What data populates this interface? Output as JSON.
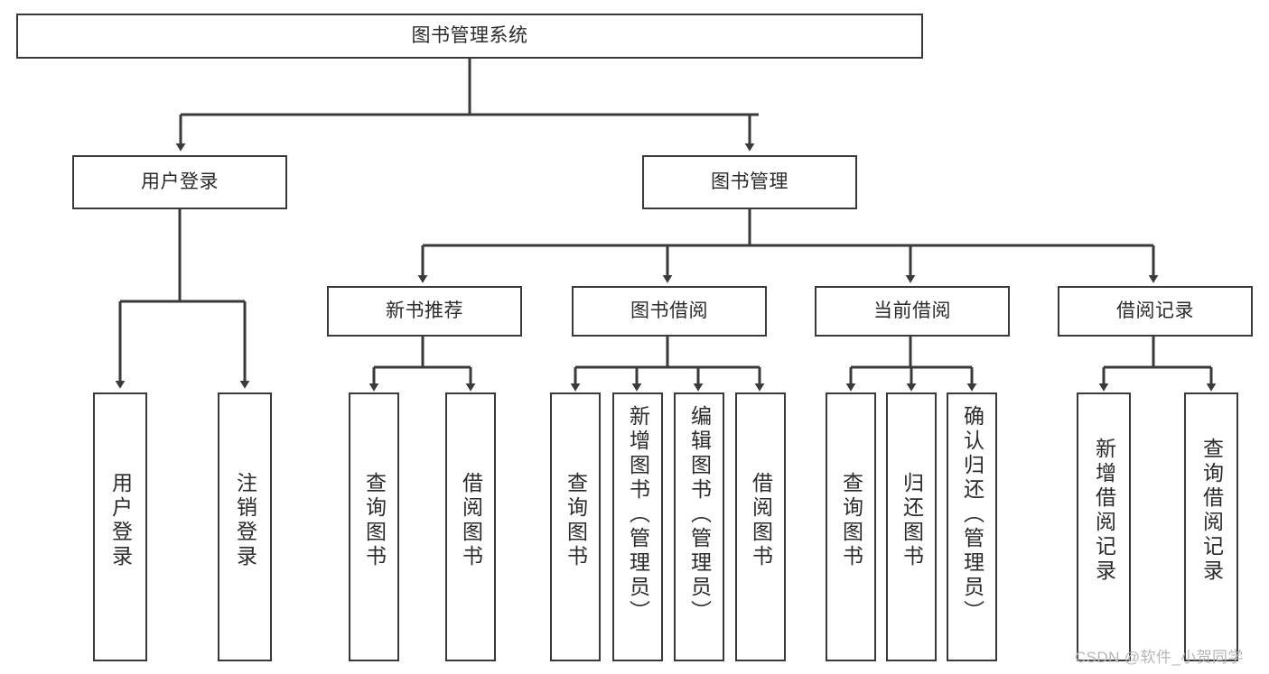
{
  "diagram": {
    "title": "图书管理系统",
    "watermark": "CSDN @软件_小贺同学",
    "colors": {
      "stroke": "#3a3a3a",
      "text": "#2b2b2b",
      "background": "#ffffff",
      "watermark": "#b6b6b6"
    },
    "root": {
      "label": "图书管理系统"
    },
    "level2": [
      {
        "label": "用户登录"
      },
      {
        "label": "图书管理"
      }
    ],
    "level3": [
      {
        "label": "新书推荐"
      },
      {
        "label": "图书借阅"
      },
      {
        "label": "当前借阅"
      },
      {
        "label": "借阅记录"
      }
    ],
    "leaves": [
      {
        "label": "用户登录",
        "parent": "用户登录"
      },
      {
        "label": "注销登录",
        "parent": "用户登录"
      },
      {
        "label": "查询图书",
        "parent": "新书推荐"
      },
      {
        "label": "借阅图书",
        "parent": "新书推荐"
      },
      {
        "label": "查询图书",
        "parent": "图书借阅"
      },
      {
        "label": "新增图书（管理员）",
        "parent": "图书借阅"
      },
      {
        "label": "编辑图书（管理员）",
        "parent": "图书借阅"
      },
      {
        "label": "借阅图书",
        "parent": "图书借阅"
      },
      {
        "label": "查询图书",
        "parent": "当前借阅"
      },
      {
        "label": "归还图书",
        "parent": "当前借阅"
      },
      {
        "label": "确认归还（管理员）",
        "parent": "当前借阅"
      },
      {
        "label": "新增借阅记录",
        "parent": "借阅记录"
      },
      {
        "label": "查询借阅记录",
        "parent": "借阅记录"
      }
    ]
  }
}
